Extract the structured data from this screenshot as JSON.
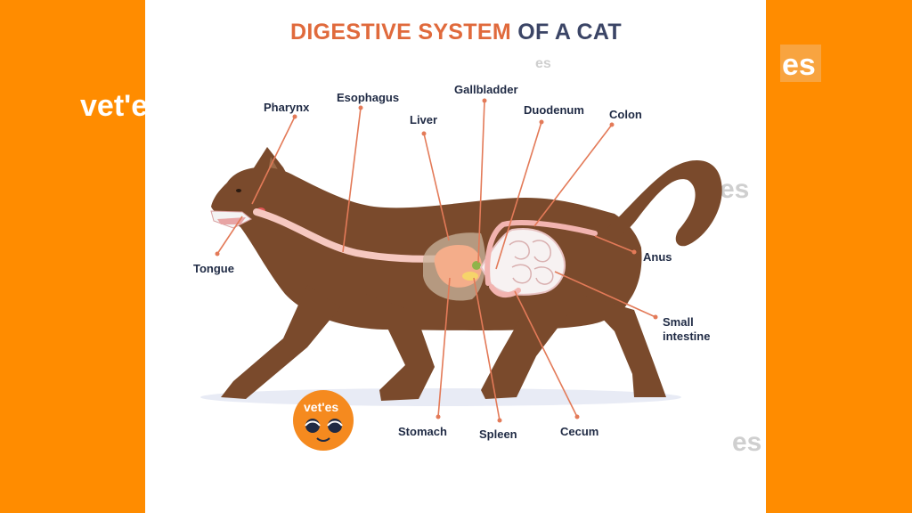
{
  "title": {
    "part1": "DIGESTIVE SYSTEM",
    "part2": "OF A CAT"
  },
  "labels": {
    "pharynx": "Pharynx",
    "esophagus": "Esophagus",
    "gallbladder": "Gallbladder",
    "liver": "Liver",
    "duodenum": "Duodenum",
    "colon": "Colon",
    "tongue": "Tongue",
    "anus": "Anus",
    "small_intestine_1": "Small",
    "small_intestine_2": "intestine",
    "stomach": "Stomach",
    "spleen": "Spleen",
    "cecum": "Cecum"
  },
  "watermarks": {
    "left": "vet'es",
    "right_upper": "es",
    "right_middle": "es",
    "panel_top": "es",
    "panel_bottom": "es",
    "logo": "vet'es"
  },
  "colors": {
    "accent": "#ff8c00",
    "title_orange": "#e06a3c",
    "title_navy": "#3b4566",
    "cat_body": "#7a4a2c",
    "leader": "#e37a58"
  }
}
